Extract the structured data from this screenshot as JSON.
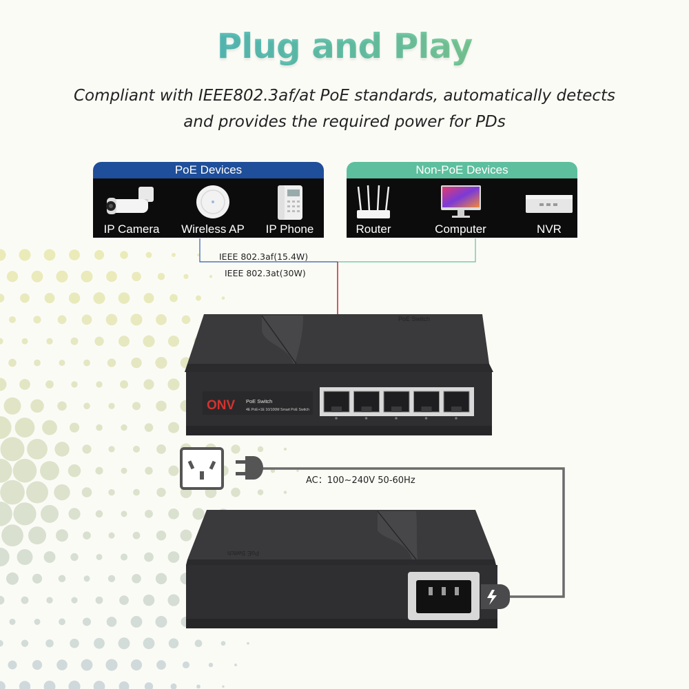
{
  "title": "Plug and Play",
  "subtitle_line1": "Compliant with IEEE802.3af/at PoE standards, automatically detects",
  "subtitle_line2": "and provides the required power for PDs",
  "poe_panel": {
    "header": "PoE Devices",
    "color": "#1f4e9a",
    "devices": [
      {
        "label": "IP Camera",
        "icon": "ip-camera-icon"
      },
      {
        "label": "Wireless AP",
        "icon": "wireless-ap-icon"
      },
      {
        "label": "IP Phone",
        "icon": "ip-phone-icon"
      }
    ]
  },
  "nonpoe_panel": {
    "header": "Non-PoE Devices",
    "color": "#5dbf9e",
    "devices": [
      {
        "label": "Router",
        "icon": "router-icon"
      },
      {
        "label": "Computer",
        "icon": "computer-icon"
      },
      {
        "label": "NVR",
        "icon": "nvr-icon"
      }
    ]
  },
  "standards": {
    "af": "IEEE 802.3af(15.4W)",
    "at": "IEEE 802.3at(30W)"
  },
  "switch_front": {
    "brand": "ONV",
    "model": "PoE Switch",
    "desc": "4E PoE+1E 10/100M Smart PoE Switch",
    "top_label": "PoE Switch",
    "port_count": 5
  },
  "switch_back": {
    "top_label": "PoE Switch"
  },
  "power": {
    "ac_label": "AC：100~240V 50-60Hz",
    "outlet_icon": "wall-outlet-icon",
    "plug_icon": "power-plug-icon"
  },
  "colors": {
    "cable_poe": "#c0272d",
    "cable_blue": "#2e5aa8",
    "cable_green": "#5dbf9e",
    "power_cable": "#6b6b6b",
    "device_body": "#2f2f31"
  }
}
